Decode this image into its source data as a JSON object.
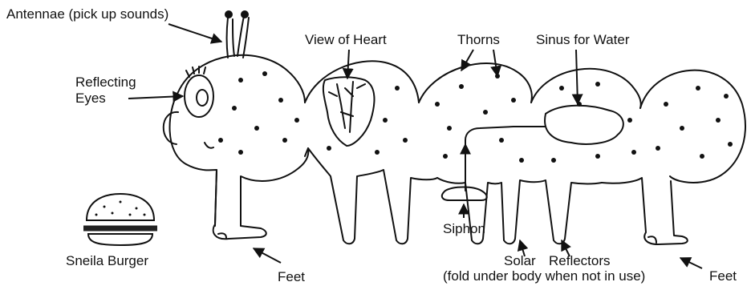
{
  "labels": {
    "antennae": "Antennae (pick up sounds)",
    "eyes_line1": "Reflecting",
    "eyes_line2": "Eyes",
    "heart": "View of Heart",
    "thorns": "Thorns",
    "sinus": "Sinus for Water",
    "siphon": "Siphon",
    "feet_left": "Feet",
    "feet_right": "Feet",
    "solar": "Solar",
    "reflectors": "Reflectors",
    "fold_note": "(fold under body  when not in use)",
    "burger": "Sneila Burger"
  }
}
